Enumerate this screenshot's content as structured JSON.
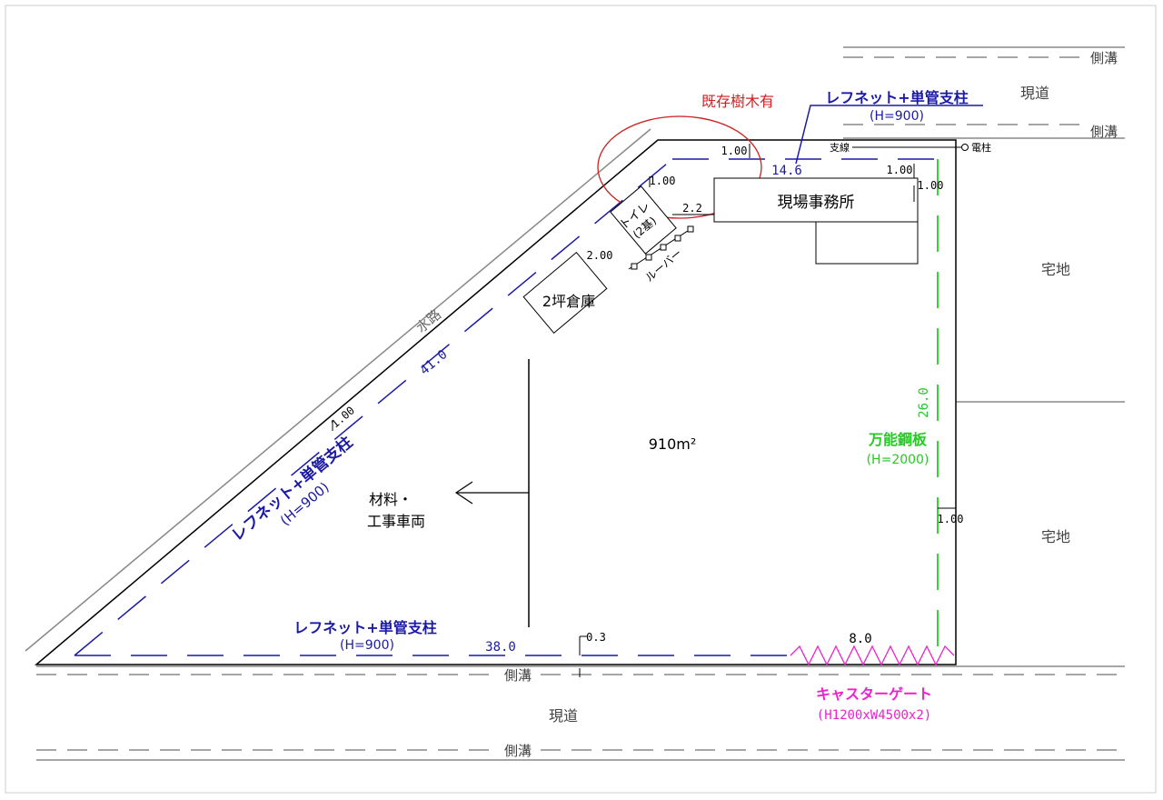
{
  "colors": {
    "outline": "#000000",
    "blue_fence": "#1a1aa6",
    "green_fence": "#22cc22",
    "red_tree": "#cc2222",
    "magenta_gate": "#ee22cc",
    "grey_road": "#888888",
    "text_grey": "#444444"
  },
  "labels": {
    "existing_trees": "既存樹木有",
    "fence_top": {
      "line1": "レフネット+単管支柱",
      "line2": "(H=900)"
    },
    "fence_diagonal": {
      "line1": "レフネット+単管支柱",
      "line2": "(H=900)"
    },
    "fence_bottom": {
      "line1": "レフネット+単管支柱",
      "line2": "(H=900)"
    },
    "steel_plate": {
      "line1": "万能鋼板",
      "line2": "(H=2000)"
    },
    "caster_gate": {
      "line1": "キャスターゲート",
      "line2": "(H1200xW4500x2)"
    },
    "site_office": "現場事務所",
    "toilet": {
      "line1": "トイレ",
      "line2": "(2基)"
    },
    "warehouse": "2坪倉庫",
    "louver": "ルーバー",
    "materials": {
      "line1": "材料・",
      "line2": "工事車両"
    },
    "area": "910m²",
    "waterway": "水路",
    "guy_wire": "支線",
    "utility_pole": "電柱",
    "side_ditch": "側溝",
    "road": "現道",
    "residential": "宅地"
  },
  "dimensions": {
    "top": "14.6",
    "diagonal": "41.0",
    "right": "26.0",
    "bottom": "38.0",
    "gate": "8.0",
    "office_gap": "2.2",
    "toilet_gap": "2.00",
    "offset_1": "1.00",
    "offset_03": "0.3"
  }
}
